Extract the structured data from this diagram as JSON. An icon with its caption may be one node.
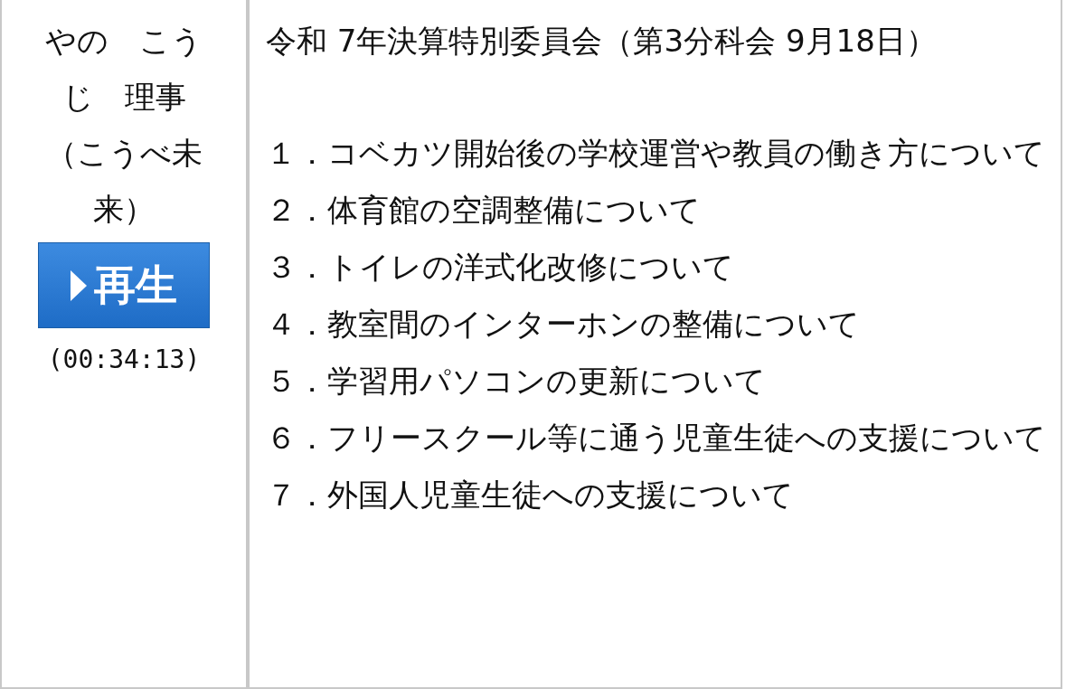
{
  "diagram": {
    "labels": [
      "やの　こうじ　理事（こうべ未来）",
      "再生",
      "(00:34:13)",
      "令和 7年決算特別委員会（第3分科会 9月18日）",
      "１．コベカツ開始後の学校運営や教員の働き方について",
      "２．体育館の空調整備について",
      "３．トイレの洋式化改修について",
      "４．教室間のインターホンの整備について",
      "５．学習用パソコンの更新について",
      "６．フリースクール等に通う児童生徒への支援について",
      "７．外国人児童生徒への支援について"
    ]
  }
}
